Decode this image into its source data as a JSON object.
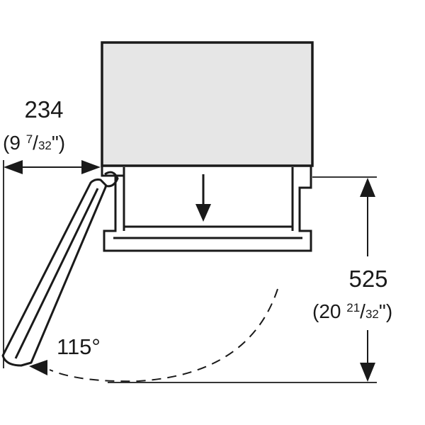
{
  "diagram": {
    "width_dimension": {
      "value": "234",
      "imperial": {
        "open": "(9 ",
        "numerator": "7",
        "slash": "/",
        "denominator": "32",
        "close": "\")"
      }
    },
    "depth_dimension": {
      "value": "525",
      "imperial": {
        "open": "(20 ",
        "numerator": "21",
        "slash": "/",
        "denominator": "32",
        "close": "\")"
      }
    },
    "door_angle": "115°",
    "colors": {
      "line": "#1a1a1a",
      "cabinet_fill": "#e6e6e6",
      "background": "#ffffff"
    }
  }
}
